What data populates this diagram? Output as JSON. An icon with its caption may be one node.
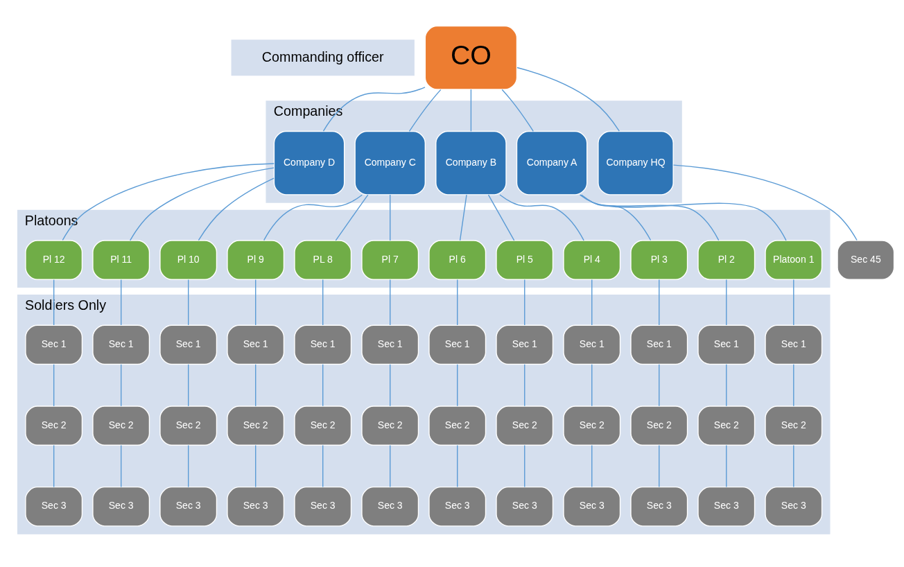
{
  "diagram": {
    "nodes": [
      {
        "text": [
          "Commanding officer"
        ]
      },
      {
        "text": [
          "CO"
        ]
      },
      {
        "text": [
          "Companies"
        ]
      },
      {
        "text": [
          "Company A"
        ],
        "in": 2
      },
      {
        "text": [
          "Company B"
        ],
        "in": 2
      },
      {
        "text": [
          "Company C"
        ],
        "in": 2
      },
      {
        "text": [
          "Company D"
        ],
        "in": 2
      },
      {
        "text": [
          "Company HQ"
        ],
        "in": 2
      },
      {
        "text": [
          "Platoons"
        ]
      },
      {
        "text": [
          "Platoon 1"
        ],
        "in": 8
      },
      {
        "text": [
          "Pl 2"
        ],
        "in": 8
      },
      {
        "text": [
          "Pl 3"
        ],
        "in": 8
      },
      {
        "text": [
          "Pl 4"
        ],
        "in": 8
      },
      {
        "text": [
          "Pl 5"
        ],
        "in": 8
      },
      {
        "text": [
          "Pl 6"
        ],
        "in": 8
      },
      {
        "text": [
          "Pl 7"
        ],
        "in": 8
      },
      {
        "text": [
          "PL 8"
        ],
        "in": 8
      },
      {
        "text": [
          "Pl 9"
        ],
        "in": 8
      },
      {
        "text": [
          "Pl 10"
        ],
        "in": 8
      },
      {
        "text": [
          "Pl 11"
        ],
        "in": 8
      },
      {
        "text": [
          "Pl 12"
        ],
        "in": 8
      },
      {
        "text": [
          "Sec 45"
        ]
      },
      {
        "text": [
          "Soldiers Only"
        ]
      },
      {
        "text": [
          "Sec 1"
        ],
        "in": 22
      },
      {
        "text": [
          "Sec 1"
        ],
        "in": 22
      },
      {
        "text": [
          "Sec 1"
        ],
        "in": 22
      },
      {
        "text": [
          "Sec 1"
        ],
        "in": 22
      },
      {
        "text": [
          "Sec 1"
        ],
        "in": 22
      },
      {
        "text": [
          "Sec 1"
        ],
        "in": 22
      },
      {
        "text": [
          "Sec 1"
        ],
        "in": 22
      },
      {
        "text": [
          "Sec 1"
        ],
        "in": 22
      },
      {
        "text": [
          "Sec 1"
        ],
        "in": 22
      },
      {
        "text": [
          "Sec 1"
        ],
        "in": 22
      },
      {
        "text": [
          "Sec 1"
        ],
        "in": 22
      },
      {
        "text": [
          "Sec 1"
        ],
        "in": 22
      },
      {
        "text": [
          "Sec 2"
        ],
        "in": 22
      },
      {
        "text": [
          "Sec 2"
        ],
        "in": 22
      },
      {
        "text": [
          "Sec 2"
        ],
        "in": 22
      },
      {
        "text": [
          "Sec 2"
        ],
        "in": 22
      },
      {
        "text": [
          "Sec 2"
        ],
        "in": 22
      },
      {
        "text": [
          "Sec 2"
        ],
        "in": 22
      },
      {
        "text": [
          "Sec 2"
        ],
        "in": 22
      },
      {
        "text": [
          "Sec 2"
        ],
        "in": 22
      },
      {
        "text": [
          "Sec 2"
        ],
        "in": 22
      },
      {
        "text": [
          "Sec 2"
        ],
        "in": 22
      },
      {
        "text": [
          "Sec 2"
        ],
        "in": 22
      },
      {
        "text": [
          "Sec 2"
        ],
        "in": 22
      },
      {
        "text": [
          "Sec 3"
        ],
        "in": 22
      },
      {
        "text": [
          "Sec 3"
        ],
        "in": 22
      },
      {
        "text": [
          "Sec 3"
        ],
        "in": 22
      },
      {
        "text": [
          "Sec 3"
        ],
        "in": 22
      },
      {
        "text": [
          "Sec 3"
        ],
        "in": 22
      },
      {
        "text": [
          "Sec 3"
        ],
        "in": 22
      },
      {
        "text": [
          "Sec 3"
        ],
        "in": 22
      },
      {
        "text": [
          "Sec 3"
        ],
        "in": 22
      },
      {
        "text": [
          "Sec 3"
        ],
        "in": 22
      },
      {
        "text": [
          "Sec 3"
        ],
        "in": 22
      },
      {
        "text": [
          "Sec 3"
        ],
        "in": 22
      },
      {
        "text": [
          "Sec 3"
        ],
        "in": 22
      }
    ],
    "edges": [
      {
        "from": 1,
        "to": 3,
        "arrow": "none"
      },
      {
        "from": 1,
        "to": 4,
        "arrow": "none"
      },
      {
        "from": 1,
        "to": 5,
        "arrow": "none"
      },
      {
        "from": 1,
        "to": 6,
        "arrow": "none"
      },
      {
        "from": 1,
        "to": 7,
        "arrow": "none"
      },
      {
        "from": 3,
        "to": 9,
        "arrow": "none"
      },
      {
        "from": 3,
        "to": 10,
        "arrow": "none"
      },
      {
        "from": 3,
        "to": 11,
        "arrow": "none"
      },
      {
        "from": 4,
        "to": 12,
        "arrow": "none"
      },
      {
        "from": 4,
        "to": 13,
        "arrow": "none"
      },
      {
        "from": 4,
        "to": 14,
        "arrow": "none"
      },
      {
        "from": 5,
        "to": 15,
        "arrow": "none"
      },
      {
        "from": 5,
        "to": 16,
        "arrow": "none"
      },
      {
        "from": 5,
        "to": 17,
        "arrow": "none"
      },
      {
        "from": 6,
        "to": 18,
        "arrow": "none"
      },
      {
        "from": 6,
        "to": 19,
        "arrow": "none"
      },
      {
        "from": 6,
        "to": 20,
        "arrow": "none"
      },
      {
        "from": 7,
        "to": 21,
        "arrow": "none"
      },
      {
        "from": 9,
        "to": 23,
        "arrow": "none"
      },
      {
        "from": 10,
        "to": 24,
        "arrow": "none"
      },
      {
        "from": 11,
        "to": 25,
        "arrow": "none"
      },
      {
        "from": 12,
        "to": 26,
        "arrow": "none"
      },
      {
        "from": 13,
        "to": 27,
        "arrow": "none"
      },
      {
        "from": 14,
        "to": 28,
        "arrow": "none"
      },
      {
        "from": 15,
        "to": 29,
        "arrow": "none"
      },
      {
        "from": 16,
        "to": 30,
        "arrow": "none"
      },
      {
        "from": 17,
        "to": 31,
        "arrow": "none"
      },
      {
        "from": 18,
        "to": 32,
        "arrow": "none"
      },
      {
        "from": 19,
        "to": 33,
        "arrow": "none"
      },
      {
        "from": 20,
        "to": 34,
        "arrow": "none"
      },
      {
        "from": 23,
        "to": 35,
        "arrow": "none"
      },
      {
        "from": 24,
        "to": 36,
        "arrow": "none"
      },
      {
        "from": 25,
        "to": 37,
        "arrow": "none"
      },
      {
        "from": 26,
        "to": 38,
        "arrow": "none"
      },
      {
        "from": 27,
        "to": 39,
        "arrow": "none"
      },
      {
        "from": 28,
        "to": 40,
        "arrow": "none"
      },
      {
        "from": 29,
        "to": 41,
        "arrow": "none"
      },
      {
        "from": 30,
        "to": 42,
        "arrow": "none"
      },
      {
        "from": 31,
        "to": 43,
        "arrow": "none"
      },
      {
        "from": 32,
        "to": 44,
        "arrow": "none"
      },
      {
        "from": 33,
        "to": 45,
        "arrow": "none"
      },
      {
        "from": 34,
        "to": 46,
        "arrow": "none"
      },
      {
        "from": 35,
        "to": 47,
        "arrow": "none"
      },
      {
        "from": 36,
        "to": 48,
        "arrow": "none"
      },
      {
        "from": 37,
        "to": 49,
        "arrow": "none"
      },
      {
        "from": 38,
        "to": 50,
        "arrow": "none"
      },
      {
        "from": 39,
        "to": 51,
        "arrow": "none"
      },
      {
        "from": 40,
        "to": 52,
        "arrow": "none"
      },
      {
        "from": 41,
        "to": 53,
        "arrow": "none"
      },
      {
        "from": 42,
        "to": 54,
        "arrow": "none"
      },
      {
        "from": 43,
        "to": 55,
        "arrow": "none"
      },
      {
        "from": 44,
        "to": 56,
        "arrow": "none"
      },
      {
        "from": 45,
        "to": 57,
        "arrow": "none"
      },
      {
        "from": 46,
        "to": 58,
        "arrow": "none"
      }
    ]
  }
}
